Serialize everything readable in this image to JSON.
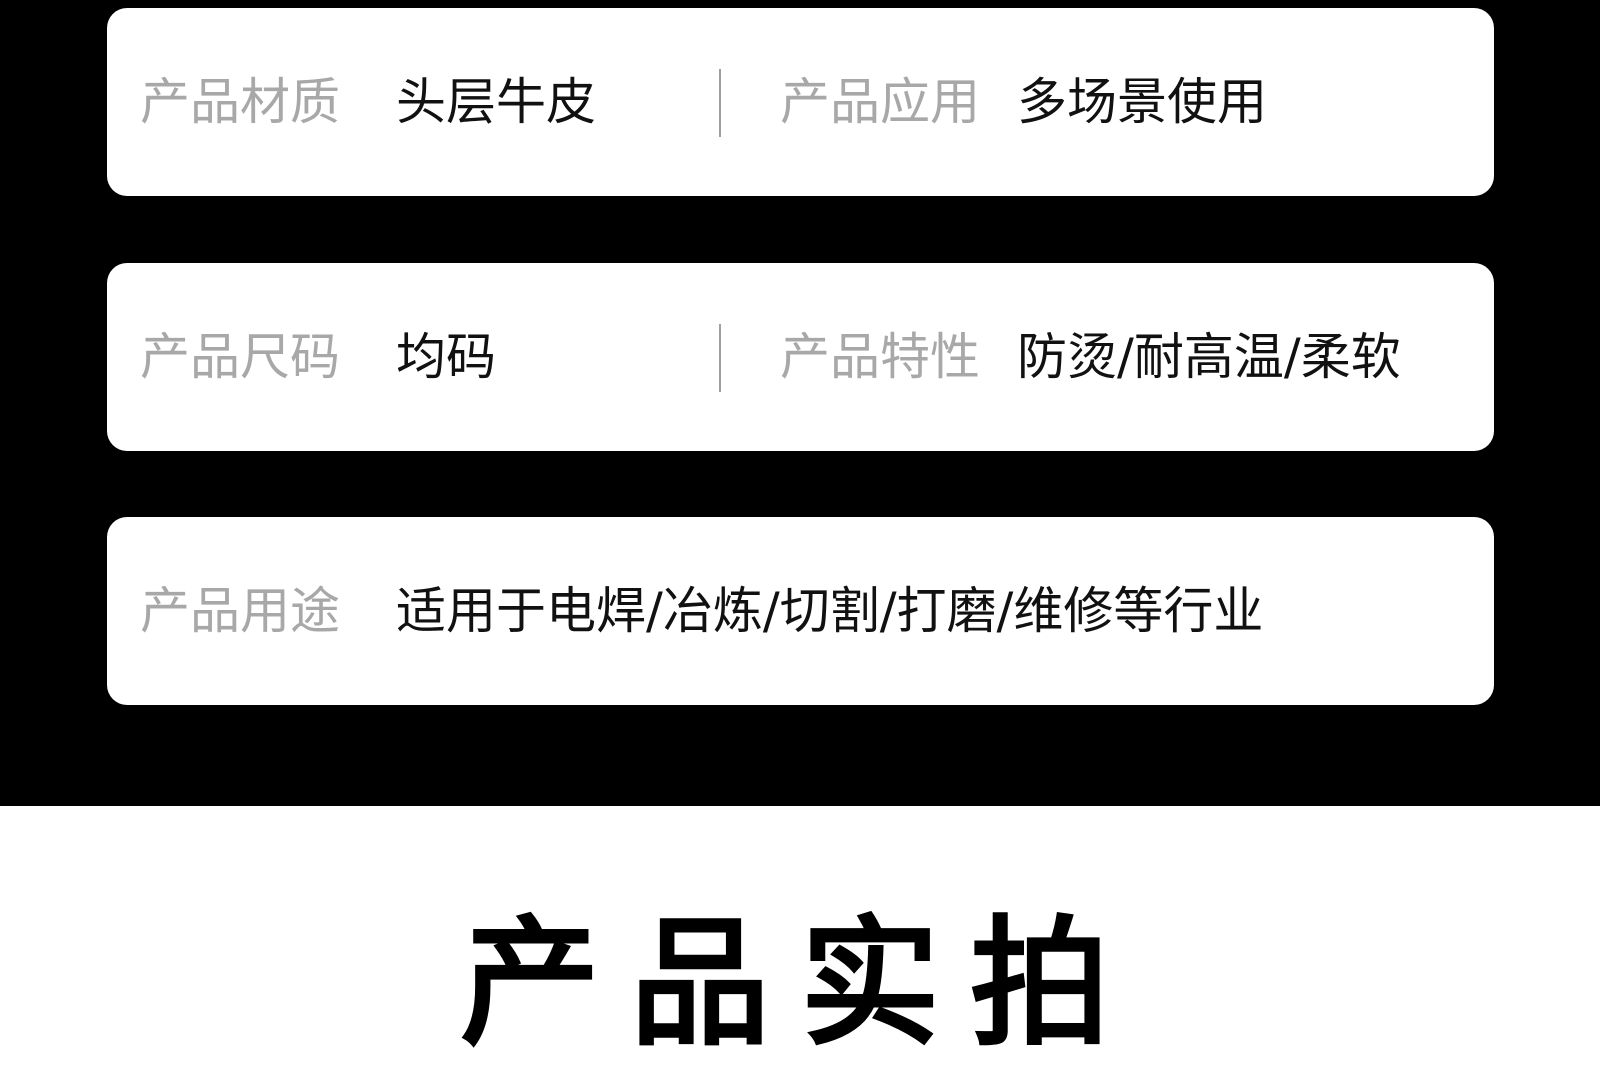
{
  "specs": {
    "row1": {
      "left_label": "产品材质",
      "left_value": "头层牛皮",
      "right_label": "产品应用",
      "right_value": "多场景使用"
    },
    "row2": {
      "left_label": "产品尺码",
      "left_value": "均码",
      "right_label": "产品特性",
      "right_value": "防烫/耐高温/柔软"
    },
    "row3": {
      "left_label": "产品用途",
      "left_value": "适用于电焊/冶炼/切割/打磨/维修等行业"
    }
  },
  "section_heading": "产品实拍",
  "colors": {
    "background_dark": "#000000",
    "card_background": "#ffffff",
    "label_gray": "#a8a8a8",
    "value_black": "#111111",
    "divider_gray": "#a0a0a0"
  }
}
